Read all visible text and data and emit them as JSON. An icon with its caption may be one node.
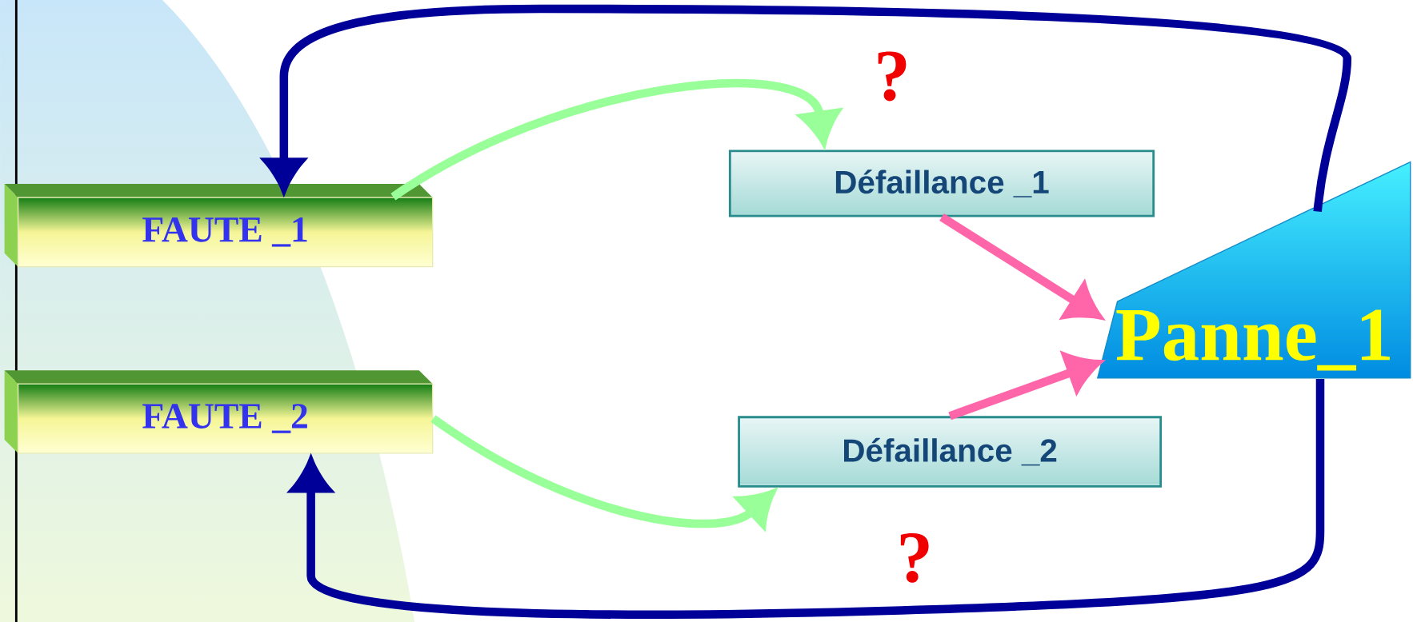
{
  "diagram": {
    "nodes": [
      {
        "text": [
          "FAUTE _1"
        ]
      },
      {
        "text": [
          "FAUTE _2"
        ]
      },
      {
        "text": [
          "Défaillance _1"
        ]
      },
      {
        "text": [
          "Défaillance _2"
        ]
      },
      {
        "text": [
          "Panne_1"
        ]
      }
    ],
    "edges": [
      {
        "from": 0,
        "to": 2,
        "arrow": "to",
        "color": "#99ff99"
      },
      {
        "from": 1,
        "to": 3,
        "arrow": "to",
        "color": "#99ff99"
      },
      {
        "from": 2,
        "to": 4,
        "arrow": "to",
        "color": "#ff66aa"
      },
      {
        "from": 3,
        "to": 4,
        "arrow": "to",
        "color": "#ff66aa"
      },
      {
        "from": 4,
        "to": 0,
        "arrow": "to",
        "label": "?",
        "color": "#000099"
      },
      {
        "from": 4,
        "to": 1,
        "arrow": "to",
        "label": "?",
        "color": "#000099"
      }
    ]
  }
}
